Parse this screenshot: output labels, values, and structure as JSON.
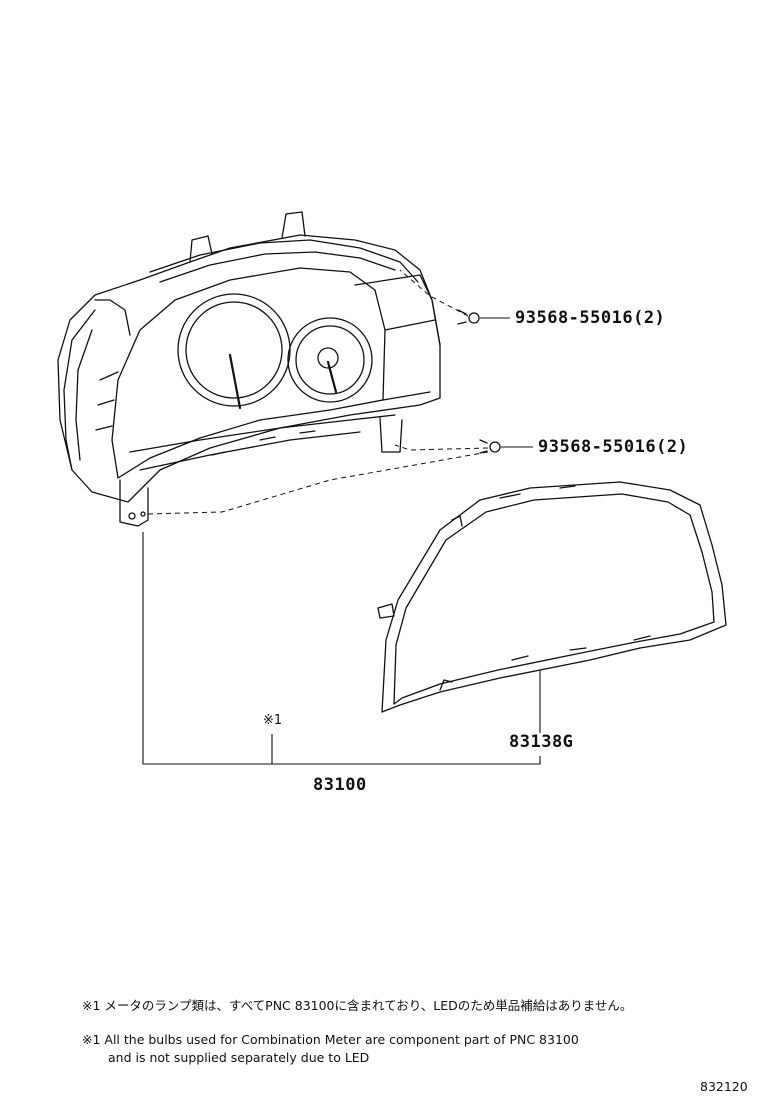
{
  "parts": {
    "screw_upper": "93568-55016(2)",
    "screw_lower": "93568-55016(2)",
    "lens": "83138G",
    "meter_assy": "83100",
    "meter_mark": "※1"
  },
  "notes": {
    "jp": "※1 メータのランプ類は、すべてPNC 83100に含まれており、LEDのため単品補給はありません。",
    "en_line1": "※1 All the bulbs used for Combination Meter are component part of PNC 83100",
    "en_line2": "and is not supplied separately due to LED"
  },
  "figure_number": "832120"
}
